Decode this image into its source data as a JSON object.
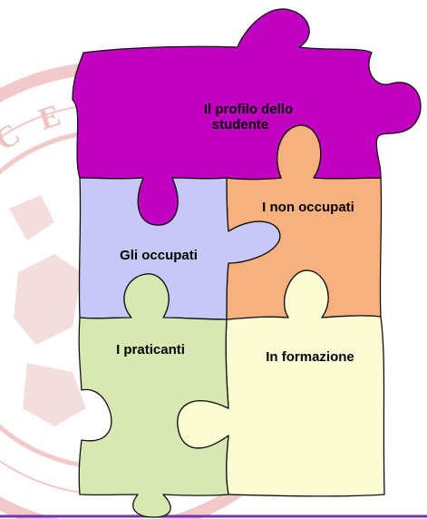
{
  "watermark": {
    "lettering": "MACERATENSIS",
    "colors": {
      "ring": "#f1c9c9",
      "text": "#f0c3c3",
      "figure": "#f6dddd"
    }
  },
  "puzzle": {
    "pieces": {
      "profile": {
        "label_lines": [
          "Il profilo dello",
          "studente"
        ],
        "color": "#c000c0"
      },
      "unemployed": {
        "label_lines": [
          "I non occupati"
        ],
        "color": "#f8b07c"
      },
      "employed": {
        "label_lines": [
          "Gli occupati"
        ],
        "color": "#c8c8f8"
      },
      "trainees": {
        "label_lines": [
          "I praticanti"
        ],
        "color": "#d8e8b0"
      },
      "in_training": {
        "label_lines": [
          "In formazione"
        ],
        "color": "#fcfcd4"
      }
    }
  },
  "footer_line": {
    "color": "#7b2fae"
  }
}
